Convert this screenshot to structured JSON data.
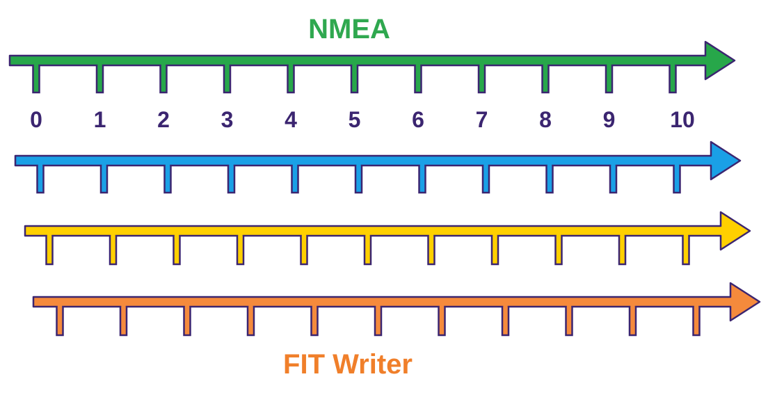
{
  "diagram": {
    "top_label": "NMEA",
    "bottom_label": "FIT Writer",
    "tick_labels": [
      "0",
      "1",
      "2",
      "3",
      "4",
      "5",
      "6",
      "7",
      "8",
      "9",
      "10"
    ],
    "colors": {
      "outline": "#3b2570",
      "tick_label": "#3b2570",
      "top_label": "#2fa84f",
      "bottom_label": "#f07f2a"
    },
    "timelines": [
      {
        "name": "green-timeline",
        "color": "#27a74a",
        "tick_count": 11
      },
      {
        "name": "blue-timeline",
        "color": "#1aa0e6",
        "tick_count": 11
      },
      {
        "name": "yellow-timeline",
        "color": "#ffd000",
        "tick_count": 11
      },
      {
        "name": "orange-timeline",
        "color": "#f58a3c",
        "tick_count": 11
      }
    ]
  }
}
